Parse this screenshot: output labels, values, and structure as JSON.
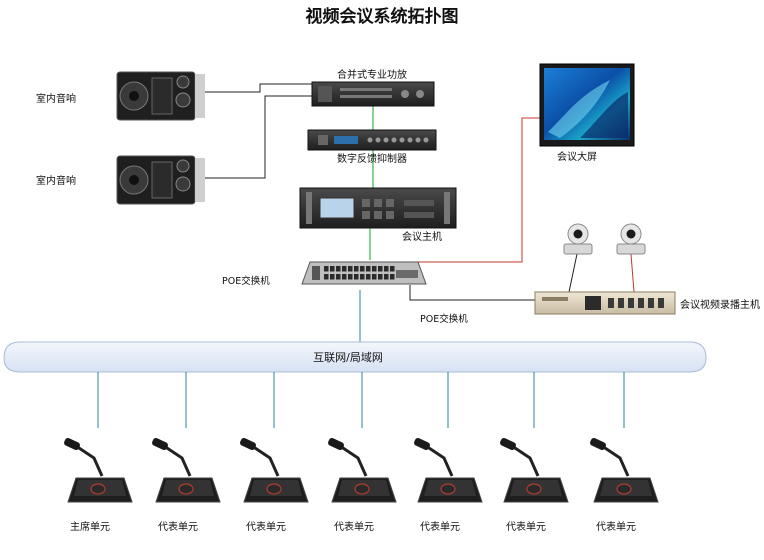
{
  "title": "视频会议系统拓扑图",
  "labels": {
    "speaker_1": "室内音响",
    "speaker_2": "室内音响",
    "amplifier": "合并式专业功放",
    "feedback": "数字反馈抑制器",
    "host": "会议主机",
    "screen": "会议大屏",
    "poe_left": "POE交换机",
    "poe_bottom": "POE交换机",
    "recorder": "会议视频录播主机",
    "network": "互联网/局域网"
  },
  "units": [
    "主席单元",
    "代表单元",
    "代表单元",
    "代表单元",
    "代表单元",
    "代表单元",
    "代表单元"
  ],
  "colors": {
    "green_link": "#3cb44b",
    "red_link": "#c0392b",
    "blue_link": "#2f7fa6",
    "dark_link": "#222222",
    "network_bar": "#e3ebf8"
  }
}
